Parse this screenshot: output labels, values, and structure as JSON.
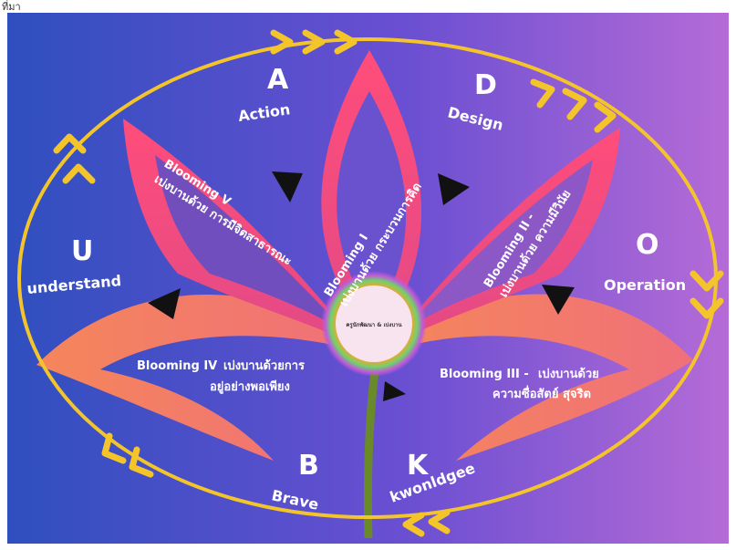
{
  "corner_text": "ที่มา",
  "center_text": "ครูนักพัฒนา & เบ่งบาน",
  "letters": [
    {
      "letter": "A",
      "word": "Action"
    },
    {
      "letter": "D",
      "word": "Design"
    },
    {
      "letter": "O",
      "word": "Operation"
    },
    {
      "letter": "K",
      "word": "kwonldgee"
    },
    {
      "letter": "B",
      "word": "Brave"
    },
    {
      "letter": "U",
      "word": "understand"
    }
  ],
  "blooms": [
    {
      "name": "Blooming I",
      "text": "เบ่งบานด้วย กระบวนการคิด"
    },
    {
      "name": "Blooming II -",
      "text": "เบ่งบานด้วย ความมีวินัย"
    },
    {
      "name": "Blooming III -",
      "line1": "เบ่งบานด้วย",
      "line2": "ความซื่อสัตย์ สุจริต"
    },
    {
      "name": "Blooming IV",
      "line1": "เบ่งบานด้วยการ",
      "line2": "อยู่อย่างพอเพียง"
    },
    {
      "name": "Blooming V",
      "text": "เบ่งบานด้วย การมีจิตสาธารณะ"
    }
  ],
  "colors": {
    "bg_left": "#2e4fbf",
    "bg_right": "#b36ad6",
    "petal_pink": "#ee4a7a",
    "petal_orange": "#f08454",
    "ring": "#f4c52a",
    "stem": "#6a8a2a"
  }
}
